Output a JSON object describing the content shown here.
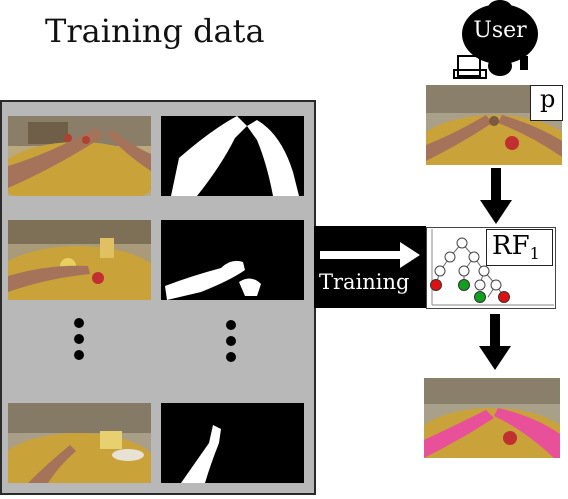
{
  "title": "Training data",
  "user_label": "User",
  "training_label": "Training",
  "rf_label": "RF",
  "rf_subscript": "1",
  "p_label": "p",
  "colors": {
    "panel_bg": "#b8b8b8",
    "arrow": "#000000",
    "training_arrow": "#ffffff",
    "node_red": "#e01010",
    "node_green": "#10a020",
    "hand_overlay": "#e8509a",
    "table": "#c9a23a"
  },
  "icons": {
    "user": "user-silhouette-icon",
    "tree": "decision-tree-icon",
    "ellipsis": "vertical-ellipsis-icon"
  }
}
